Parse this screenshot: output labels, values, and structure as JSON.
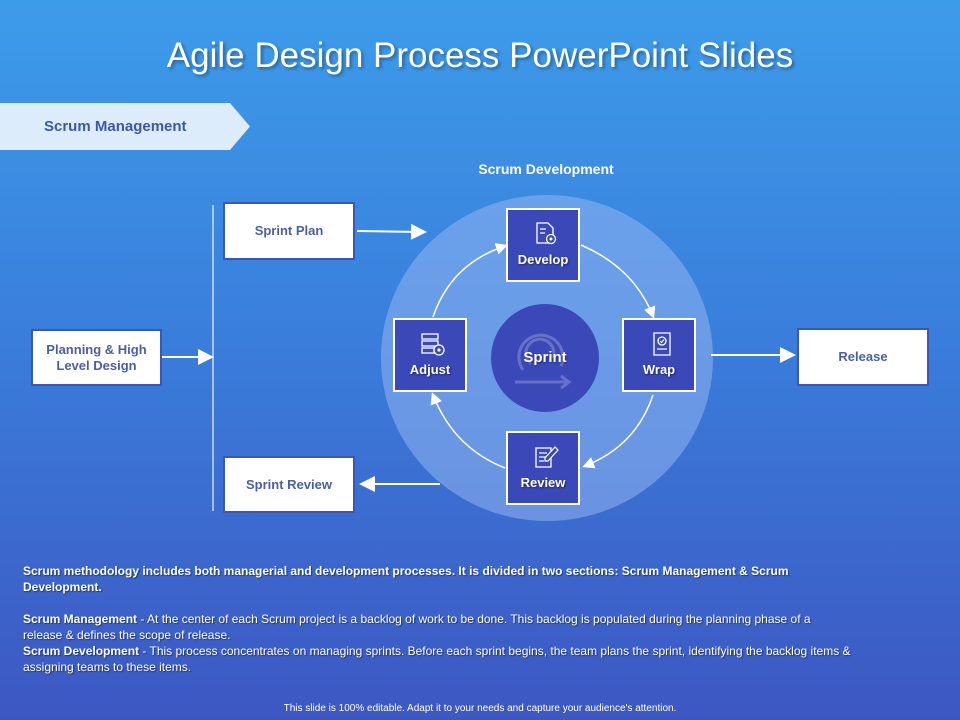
{
  "slide": {
    "title": "Agile Design Process PowerPoint Slides",
    "section_tab": "Scrum Management",
    "dev_label": "Scrum Development",
    "footer": "This slide is 100% editable. Adapt it to your needs and capture your audience's attention."
  },
  "boxes": {
    "planning": "Planning & High Level Design",
    "sprint_plan": "Sprint Plan",
    "sprint_review": "Sprint Review",
    "release": "Release"
  },
  "cycle": {
    "center": "Sprint",
    "develop": "Develop",
    "wrap": "Wrap",
    "review": "Review",
    "adjust": "Adjust"
  },
  "icons": {
    "develop": "document-gear-icon",
    "wrap": "certificate-icon",
    "review": "checklist-pencil-icon",
    "adjust": "database-gear-icon",
    "center": "cycle-swirl-icon"
  },
  "colors": {
    "accent": "#3b49b8",
    "tab": "#dcecfa",
    "box_text": "#4a5fab"
  },
  "description": {
    "intro": "Scrum methodology includes both managerial and development processes. It is divided in two sections: Scrum Management & Scrum Development.",
    "mgmt_term": "Scrum Management",
    "mgmt_text": " - At the center of each Scrum project is a backlog of work to be done. This backlog is populated during the planning phase of a release & defines the scope of release.",
    "dev_term": "Scrum Development",
    "dev_text": " - This process concentrates on managing sprints. Before each sprint begins, the team plans the sprint, identifying the backlog items & assigning teams to these items."
  }
}
